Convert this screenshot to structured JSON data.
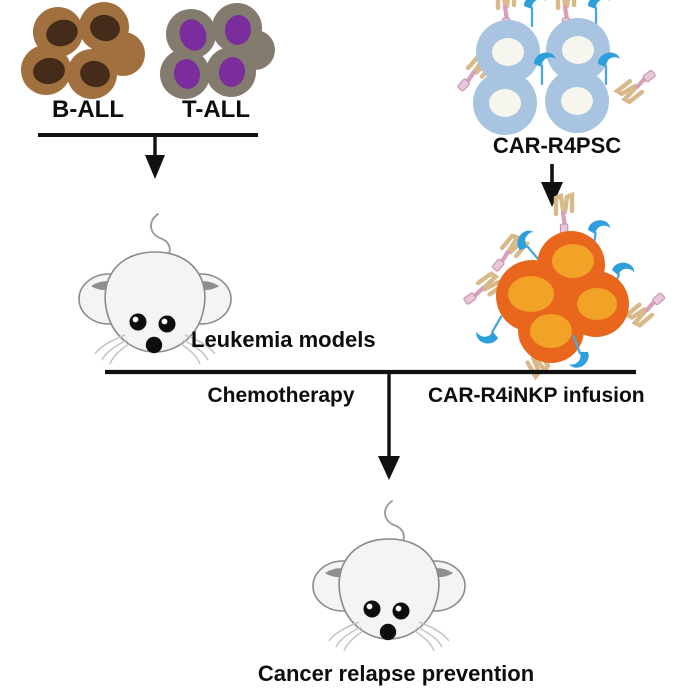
{
  "figure": {
    "title": "Leukemia model treatment and relapse prevention workflow",
    "background": "#ffffff"
  },
  "labels": {
    "b_all": "B-ALL",
    "t_all": "T-ALL",
    "car_r4psc": "CAR-R4PSC",
    "leukemia_models": "Leukemia models",
    "chemotherapy": "Chemotherapy",
    "car_r4inkp_infusion": "CAR-R4iNKP infusion",
    "cancer_relapse_prevention": "Cancer relapse prevention"
  },
  "icons": {
    "b_all_cells": "b-all-cell-cluster-icon",
    "t_all_cells": "t-all-cell-cluster-icon",
    "psc_cells": "car-psc-cell-cluster-icon",
    "leukemia_cells": "car-leukemia-cell-cluster-icon",
    "mouse_top": "mouse-icon",
    "mouse_bottom": "mouse-icon",
    "arrow_to_mouse": "down-arrow-icon",
    "arrow_psc_to_nkp": "down-arrow-icon",
    "arrow_to_outcome": "down-arrow-icon",
    "bracket_top": "bracket-line",
    "bracket_bottom": "bracket-line",
    "receptor_car": "car-receptor-icon",
    "receptor_nk": "nk-receptor-icon"
  },
  "colors": {
    "b_all_cell": "#a0703f",
    "b_all_nucleus": "#452b19",
    "t_all_cell": "#837b6e",
    "t_all_nucleus": "#7b2d9e",
    "psc_cell": "#a8c4e0",
    "psc_center": "#f6f5ee",
    "leukemia_cell": "#e8671c",
    "leukemia_nucleus": "#f2a227",
    "receptor_tan": "#d8b98a",
    "receptor_pink": "#d8a0b8",
    "receptor_blue": "#2d9fdc",
    "mouse_body": "#f4f4f4",
    "mouse_outline": "#8a8a8a",
    "mouse_ear_inner": "#8f8f8f",
    "line": "#111111",
    "text": "#0d0d0d"
  }
}
